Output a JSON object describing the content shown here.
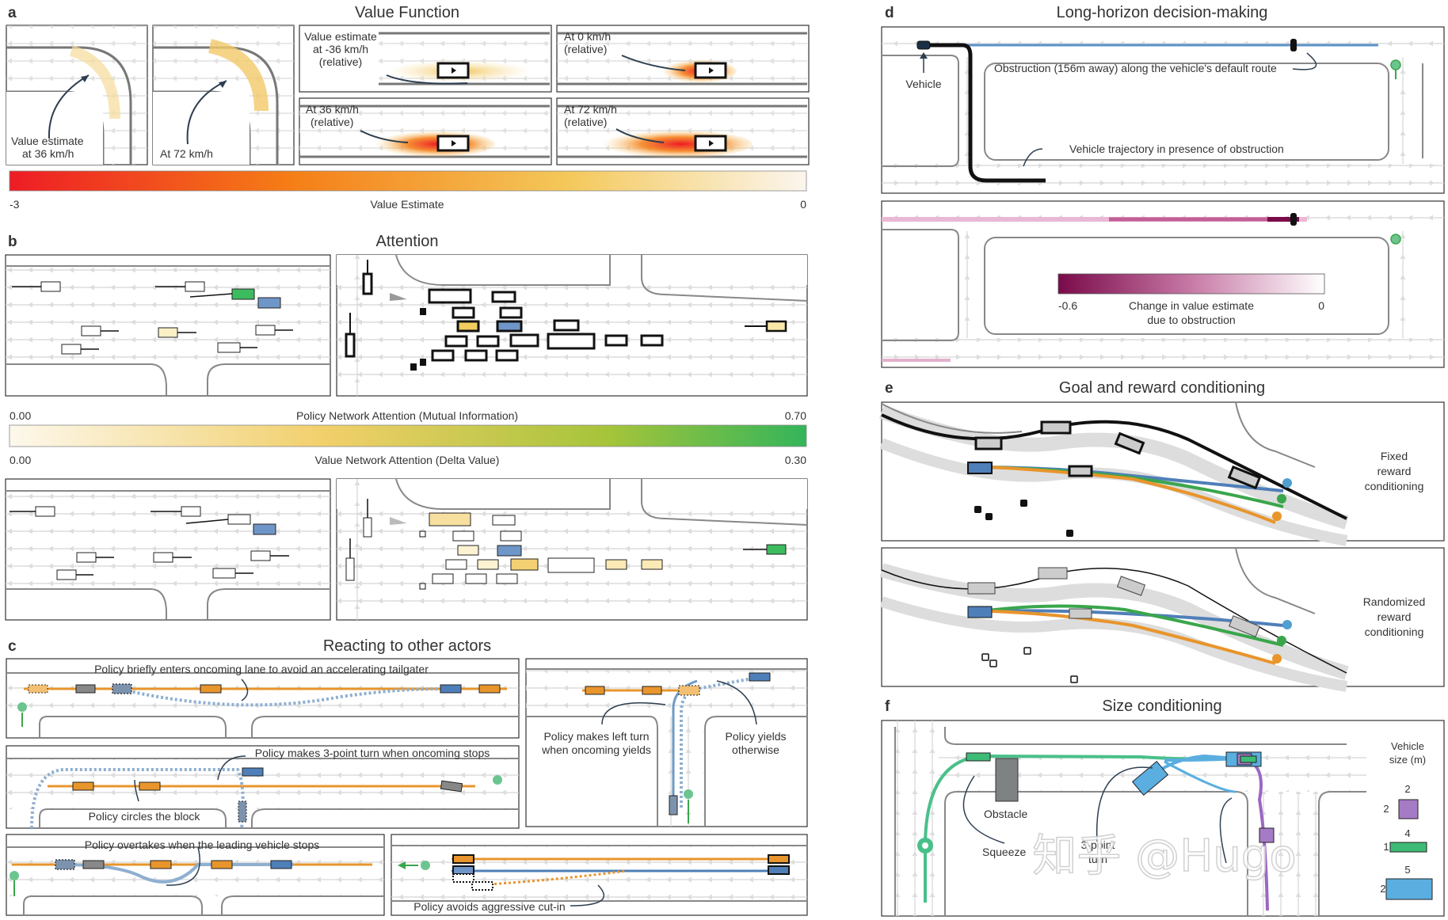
{
  "a": {
    "letter": "a",
    "title": "Value Function",
    "curve_labels": [
      [
        "Value estimate",
        "at 36 km/h"
      ],
      [
        "At 72 km/h"
      ]
    ],
    "straight_labels": [
      [
        "Value estimate",
        "at -36 km/h",
        "(relative)"
      ],
      [
        "At 0 km/h",
        "(relative)"
      ],
      [
        "At 36 km/h",
        "(relative)"
      ],
      [
        "At 72 km/h",
        "(relative)"
      ]
    ],
    "colorbar": {
      "min": "-3",
      "max": "0",
      "label": "Value Estimate"
    }
  },
  "b": {
    "letter": "b",
    "title": "Attention",
    "policy_bar": {
      "min": "0.00",
      "max": "0.70",
      "label": "Policy Network Attention (Mutual Information)"
    },
    "value_bar": {
      "min": "0.00",
      "max": "0.30",
      "label": "Value Network Attention (Delta Value)"
    }
  },
  "c": {
    "letter": "c",
    "title": "Reacting to other actors",
    "labels": {
      "tailgater": "Policy briefly enters oncoming lane to avoid an accelerating tailgater",
      "three_point": "Policy makes 3-point turn when oncoming stops",
      "circles": "Policy circles the block",
      "left_turn": [
        "Policy makes left turn",
        "when oncoming yields"
      ],
      "yields": [
        "Policy yields",
        "otherwise"
      ],
      "overtakes": "Policy overtakes when the leading vehicle stops",
      "cut_in": "Policy avoids aggressive cut-in"
    }
  },
  "d": {
    "letter": "d",
    "title": "Long-horizon decision-making",
    "vehicle": "Vehicle",
    "obstruction": "Obstruction (156m away) along the vehicle's default route",
    "trajectory": "Vehicle trajectory in presence of obstruction",
    "colorbar": {
      "min": "-0.6",
      "max": "0",
      "label": [
        "Change in value estimate",
        "due to obstruction"
      ]
    }
  },
  "e": {
    "letter": "e",
    "title": "Goal and reward conditioning",
    "fixed": [
      "Fixed",
      "reward",
      "conditioning"
    ],
    "randomized": [
      "Randomized",
      "reward",
      "conditioning"
    ]
  },
  "f": {
    "letter": "f",
    "title": "Size conditioning",
    "obstacle": "Obstacle",
    "squeeze": "Squeeze",
    "turn": [
      "3-point",
      "turn"
    ],
    "legend_title": [
      "Vehicle",
      "size (m)"
    ],
    "sizes": [
      {
        "w": "2",
        "h": "2",
        "color": "#a67bc6"
      },
      {
        "w": "4",
        "h": "1",
        "color": "#3dbb77"
      },
      {
        "w": "5",
        "h": "2",
        "color": "#5aaee0"
      }
    ]
  },
  "watermark": "知乎 @Hugo",
  "colors": {
    "orange": "#e8952c",
    "blue": "#4f7fb8",
    "green": "#3aa64c",
    "black": "#111111",
    "teal": "#49c08a",
    "purple": "#9b67c4",
    "lightblue": "#5aaee0"
  }
}
